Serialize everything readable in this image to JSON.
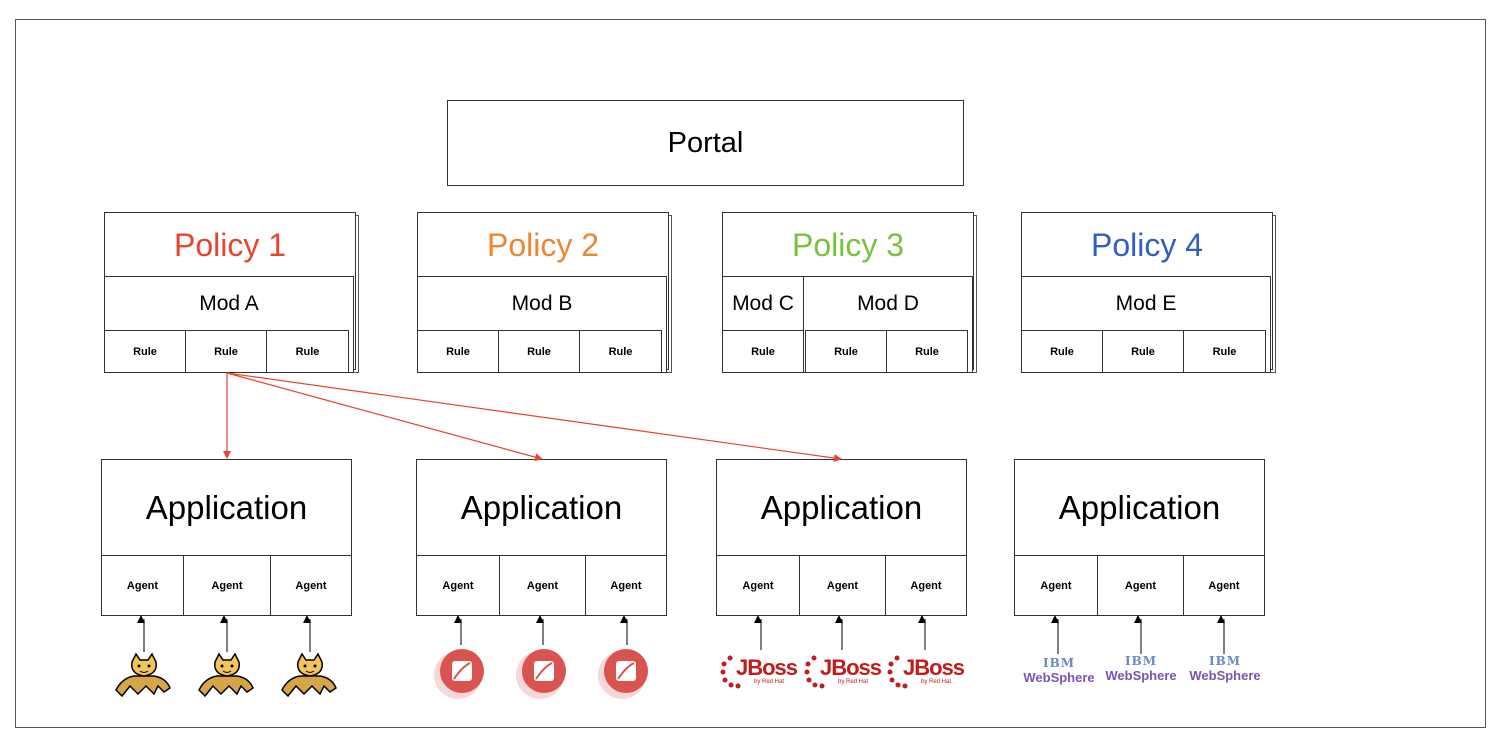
{
  "portal": {
    "label": "Portal"
  },
  "policies": [
    {
      "title": "Policy 1",
      "color": "#e8432e",
      "mods": [
        "Mod A"
      ],
      "rules": [
        "Rule",
        "Rule",
        "Rule"
      ]
    },
    {
      "title": "Policy 2",
      "color": "#ee8631",
      "mods": [
        "Mod B"
      ],
      "rules": [
        "Rule",
        "Rule",
        "Rule"
      ]
    },
    {
      "title": "Policy 3",
      "color": "#79c23b",
      "mods": [
        "Mod C",
        "Mod D"
      ],
      "rules": [
        "Rule",
        "Rule",
        "Rule"
      ]
    },
    {
      "title": "Policy 4",
      "color": "#2f5fc4",
      "mods": [
        "Mod E"
      ],
      "rules": [
        "Rule",
        "Rule",
        "Rule"
      ]
    }
  ],
  "applications": [
    {
      "title": "Application",
      "agents": [
        "Agent",
        "Agent",
        "Agent"
      ],
      "runtime": "tomcat-icon"
    },
    {
      "title": "Application",
      "agents": [
        "Agent",
        "Agent",
        "Agent"
      ],
      "runtime": "openliberty-icon"
    },
    {
      "title": "Application",
      "agents": [
        "Agent",
        "Agent",
        "Agent"
      ],
      "runtime": "jboss-logo"
    },
    {
      "title": "Application",
      "agents": [
        "Agent",
        "Agent",
        "Agent"
      ],
      "runtime": "websphere-logo"
    }
  ],
  "logos": {
    "jboss_text": "JBoss",
    "jboss_sub": "by Red Hat",
    "ibm_text": "IBM",
    "websphere_text": "WebSphere"
  },
  "colors": {
    "arrow_red": "#e8432e",
    "arrow_black": "#000000"
  }
}
